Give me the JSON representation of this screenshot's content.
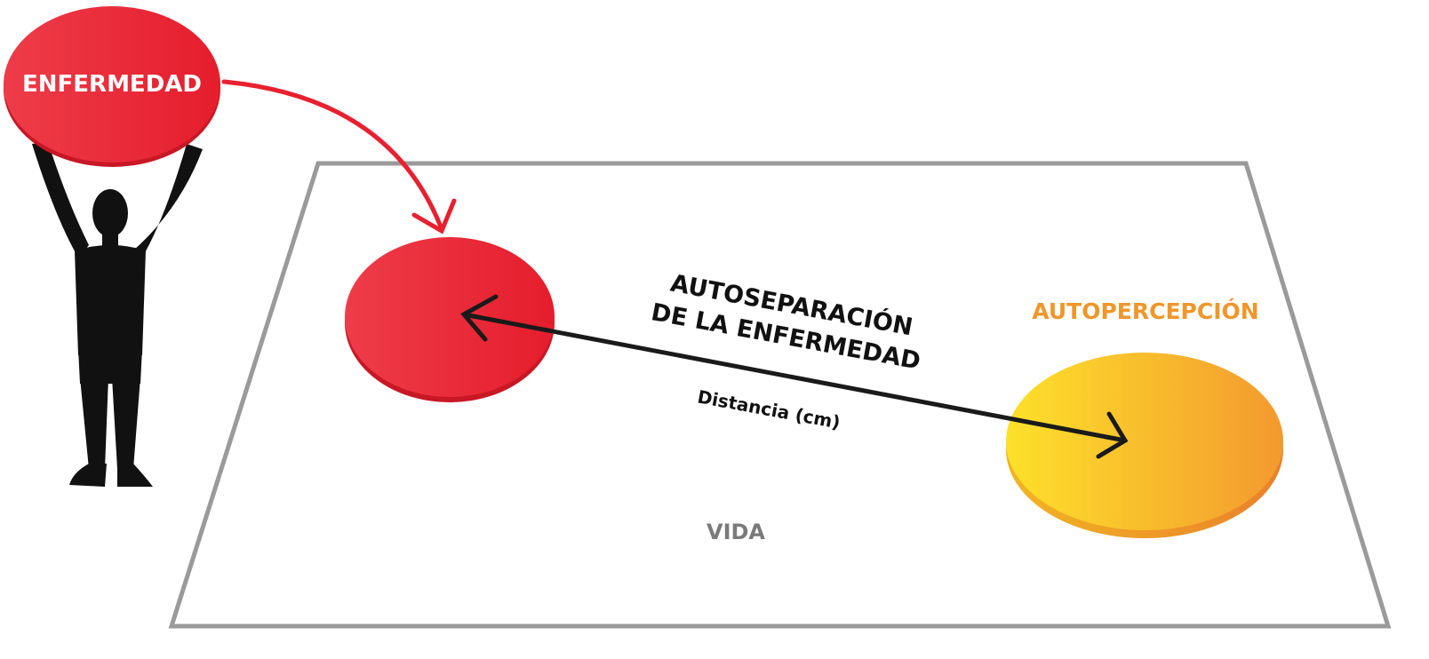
{
  "labels": {
    "illness_disc": "ENFERMEDAD",
    "separation_line1": "AUTOSEPARACIÓN",
    "separation_line2": "DE LA ENFERMEDAD",
    "distance": "Distancia (cm)",
    "self_perception": "AUTOPERCEPCIÓN",
    "life": "VIDA"
  },
  "colors": {
    "illness_red": "#e8202f",
    "illness_red_light": "#f04e58",
    "self_yellow": "#fde02a",
    "self_orange": "#f39a2e",
    "self_label_orange": "#f0962a",
    "life_gray": "#7a7a7a",
    "frame_gray": "#9a9a9a",
    "silhouette": "#111111",
    "arrow_black": "#1a1a1a",
    "arrow_red": "#e8202f"
  }
}
